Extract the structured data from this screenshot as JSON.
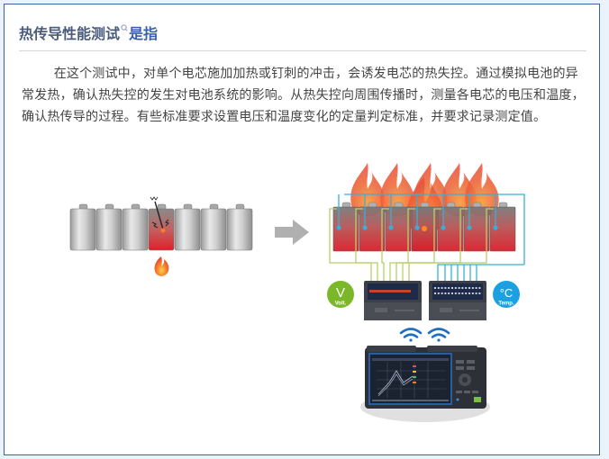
{
  "header": {
    "title_main": "热传导性能测试",
    "title_icon": "search-icon",
    "title_accent": "是指"
  },
  "content": {
    "paragraph": "在这个测试中，对单个电芯施加加热或钉刺的冲击，会诱发电芯的热失控。通过模拟电池的异常发热，确认热失控的发生对电池系统的影响。从热失控向周围传播时，测量各电芯的电压和温度，确认热传导的过程。有些标准要求设置电压和温度变化的定量判定标准，并要求记录测定值。"
  },
  "illustration": {
    "before_cells": 7,
    "damaged_cell_index": 3,
    "after_cells": 7,
    "arrow_icon": "arrow-right-icon",
    "volt_badge": {
      "symbol": "V",
      "label": "Volt.",
      "color": "#7ab829"
    },
    "temp_badge": {
      "symbol": "°C",
      "label": "Temp.",
      "color": "#1ba1e2"
    },
    "wire_colors": {
      "voltage": "#b8cf6a",
      "temperature": "#3aaed8"
    },
    "wireless_icons": 2,
    "logger_label": "data-logger"
  },
  "colors": {
    "frame_border": "#3e62a8",
    "page_bg": "#eaf3fc",
    "title": "#4a5b7c",
    "title_accent": "#3b5fb0"
  }
}
